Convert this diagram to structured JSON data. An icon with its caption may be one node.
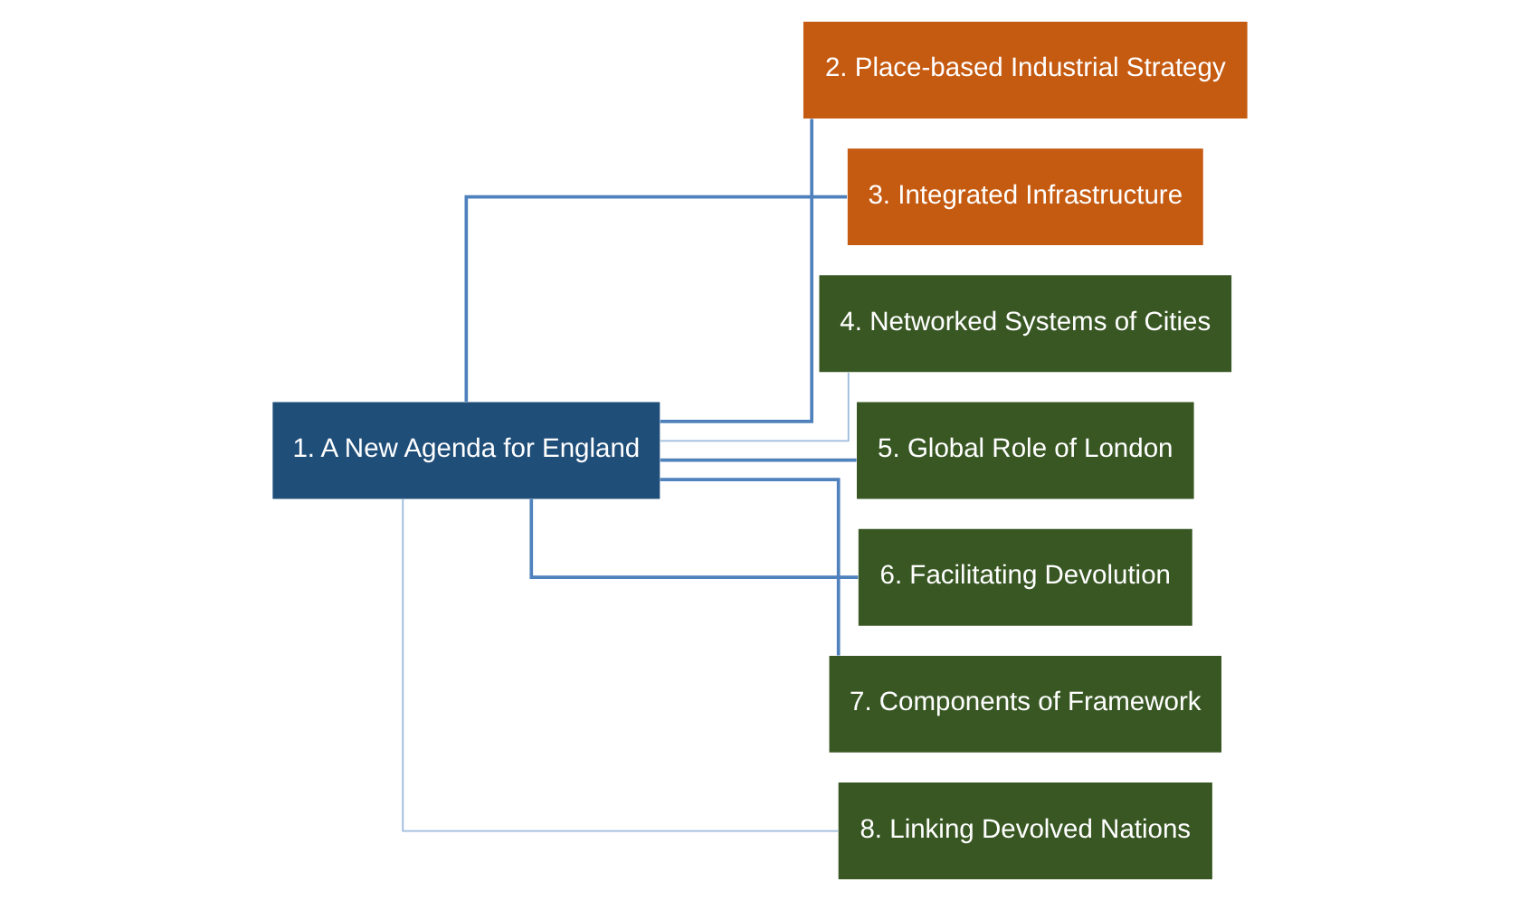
{
  "diagram": {
    "nodes": [
      {
        "text": [
          "1. A New Agenda for England"
        ]
      },
      {
        "text": [
          "2. Place-based Industrial Strategy"
        ]
      },
      {
        "text": [
          "3. Integrated Infrastructure"
        ]
      },
      {
        "text": [
          "4. Networked Systems of Cities"
        ]
      },
      {
        "text": [
          "5. Global Role of London"
        ]
      },
      {
        "text": [
          "6. Facilitating Devolution"
        ]
      },
      {
        "text": [
          "7. Components of Framework"
        ]
      },
      {
        "text": [
          "8. Linking Devolved Nations"
        ]
      }
    ],
    "edges": [
      {
        "from": 0,
        "to": 1,
        "arrow": "none"
      },
      {
        "from": 0,
        "to": 2,
        "arrow": "none"
      },
      {
        "from": 0,
        "to": 3,
        "arrow": "none",
        "color": "#9dbbdd"
      },
      {
        "from": 0,
        "to": 4,
        "arrow": "none"
      },
      {
        "from": 0,
        "to": 5,
        "arrow": "none"
      },
      {
        "from": 0,
        "to": 6,
        "arrow": "none"
      },
      {
        "from": 0,
        "to": 7,
        "arrow": "none",
        "color": "#9dbbdd"
      }
    ]
  }
}
